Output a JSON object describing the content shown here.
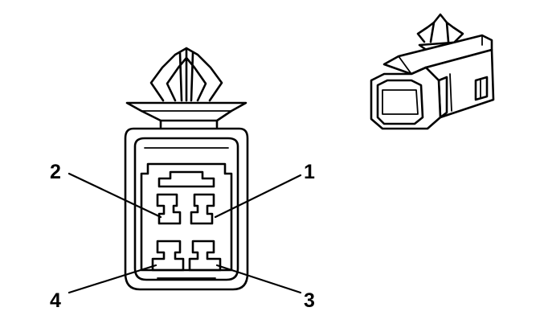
{
  "colors": {
    "ink": "#000000",
    "background": "#ffffff"
  },
  "pins": [
    {
      "id": "1",
      "label": "1"
    },
    {
      "id": "2",
      "label": "2"
    },
    {
      "id": "3",
      "label": "3"
    },
    {
      "id": "4",
      "label": "4"
    }
  ]
}
